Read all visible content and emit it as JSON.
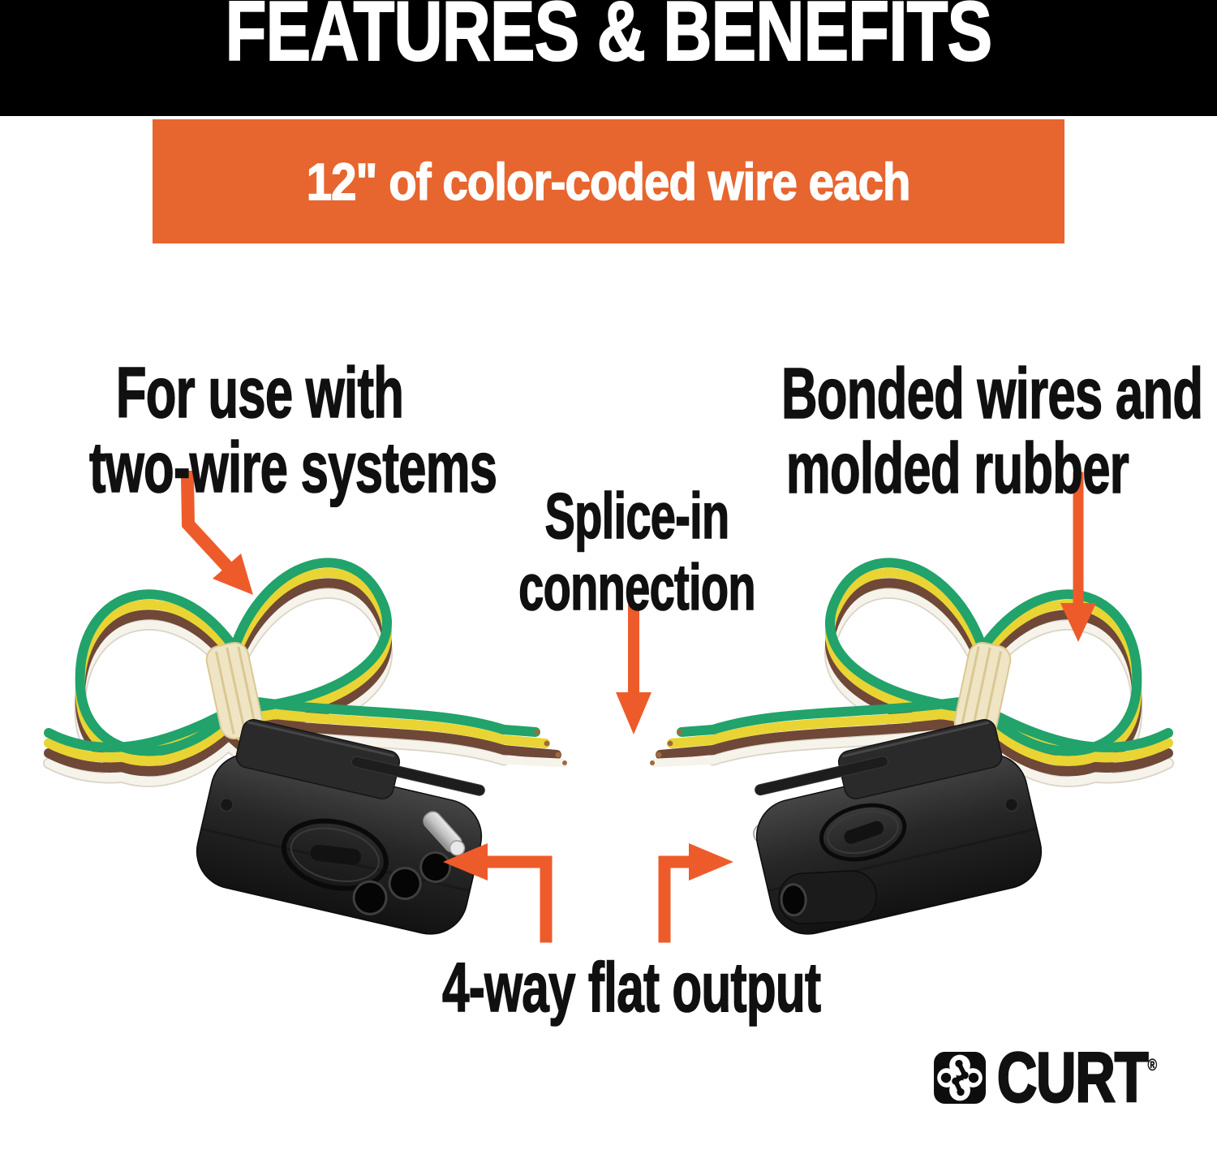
{
  "header": {
    "title": "FEATURES & BENEFITS"
  },
  "banner": {
    "text": "12\" of color-coded wire each"
  },
  "callouts": {
    "left": {
      "line1": "For use with",
      "line2": "two-wire systems"
    },
    "middle": {
      "line1": "Splice-in",
      "line2": "connection"
    },
    "right": {
      "line1": "Bonded wires and",
      "line2": "molded rubber"
    },
    "bottom": {
      "label": "4-way flat output"
    }
  },
  "brand": {
    "wordmark": "CURT",
    "registered": "®"
  },
  "icons": {
    "logo": "curt-clover-icon"
  },
  "colors": {
    "header_bg": "#000000",
    "header_text": "#FFFFFF",
    "banner_bg": "#E7652E",
    "banner_text": "#FFFFFF",
    "body_text": "#101010",
    "arrow": "#EE5B2B",
    "wire_green": "#21A36B",
    "wire_yellow": "#E9D433",
    "wire_brown": "#6F4838",
    "wire_white": "#F6F3EB",
    "wire_white_edge": "#D9D4C6",
    "wire_tie": "#EFE5C4",
    "wire_tie_line": "#D9C893",
    "copper": "#A06B3C",
    "connector_dark": "#1A1A1A"
  }
}
